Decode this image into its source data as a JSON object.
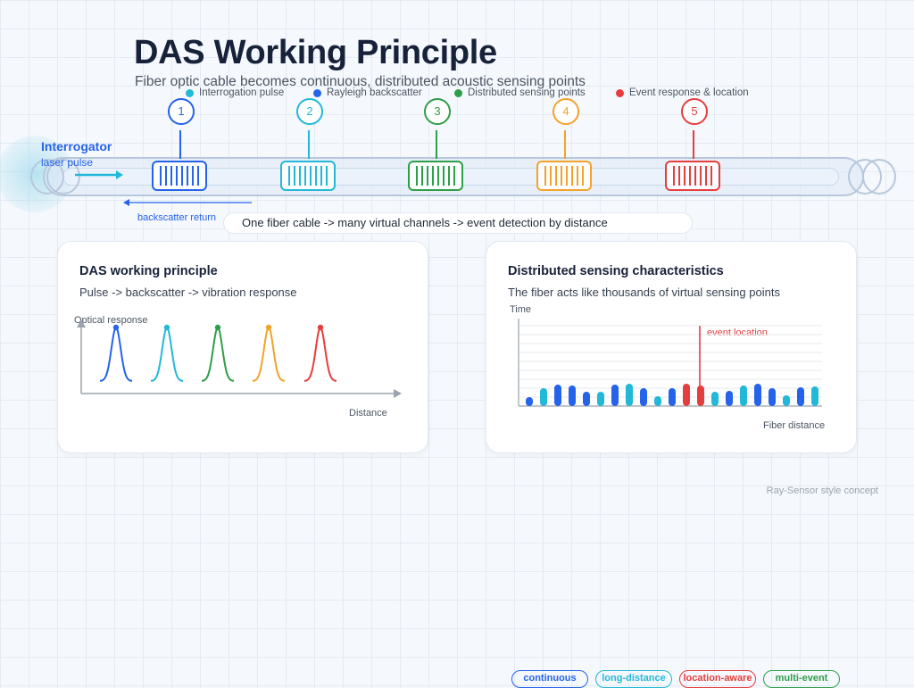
{
  "header": {
    "title": "DAS Working Principle",
    "subtitle": "Fiber optic cable becomes continuous, distributed acoustic sensing points"
  },
  "legend": [
    {
      "label": "Interrogation pulse",
      "color": "#22b8d8"
    },
    {
      "label": "Rayleigh backscatter",
      "color": "#2563eb"
    },
    {
      "label": "Distributed sensing points",
      "color": "#2e9e4a"
    },
    {
      "label": "Event response & location",
      "color": "#e53e3e"
    }
  ],
  "steps": [
    {
      "number": "1",
      "color": "#2563eb"
    },
    {
      "number": "2",
      "color": "#22b8d8"
    },
    {
      "number": "3",
      "color": "#2e9e4a"
    },
    {
      "number": "4",
      "color": "#f2a32a"
    },
    {
      "number": "5",
      "color": "#e53e3e"
    }
  ],
  "fiber": {
    "interrogator_label": "Interrogator",
    "laser_label": "laser pulse",
    "backscatter_label": "backscatter return",
    "flow_text": "One fiber cable  ->  many virtual channels  ->  event detection by distance"
  },
  "left_card": {
    "title": "DAS working principle",
    "subtitle": "Pulse  ->  backscatter  ->  vibration response",
    "y_axis_label": "Optical response",
    "x_axis_label": "Distance",
    "peak_colors": [
      "#2563eb",
      "#22b8d8",
      "#2e9e4a",
      "#f2a32a",
      "#e53e3e"
    ]
  },
  "right_card": {
    "title": "Distributed sensing characteristics",
    "subtitle": "The fiber acts like thousands of virtual sensing points",
    "y_axis_label": "Time",
    "x_axis_label": "Fiber distance",
    "event_label": "event location",
    "tags": [
      {
        "label": "continuous",
        "color": "#2563eb"
      },
      {
        "label": "long-distance",
        "color": "#22b8d8"
      },
      {
        "label": "location-aware",
        "color": "#e53e3e"
      },
      {
        "label": "multi-event",
        "color": "#2e9e4a"
      }
    ]
  },
  "footer": "Ray-Sensor style concept"
}
